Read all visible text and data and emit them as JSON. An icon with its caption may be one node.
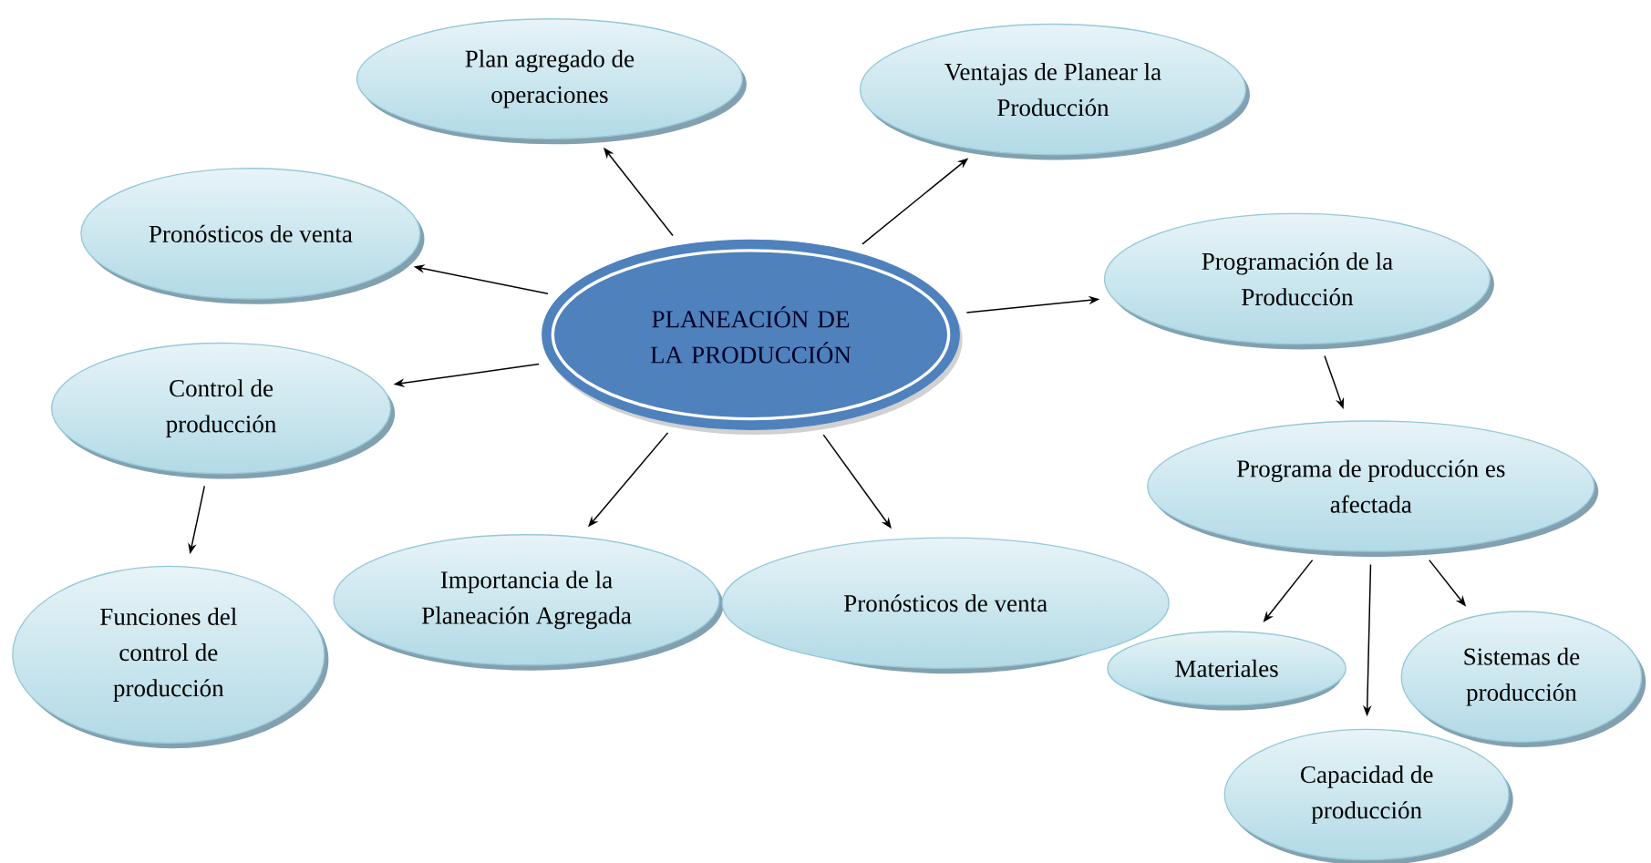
{
  "diagram": {
    "nodes": [
      {
        "text": [
          "PLANEACIÓN DE LA PRODUCCIÓN"
        ]
      },
      {
        "text": [
          "Plan agregado de operaciones"
        ]
      },
      {
        "text": [
          "Ventajas de Planear la Producción"
        ]
      },
      {
        "text": [
          "Pronósticos de venta"
        ]
      },
      {
        "text": [
          "Programación de la Producción"
        ]
      },
      {
        "text": [
          "Control de producción"
        ]
      },
      {
        "text": [
          "Programa de producción es afectada"
        ]
      },
      {
        "text": [
          "Funciones del control de producción"
        ]
      },
      {
        "text": [
          "Importancia de la Planeación Agregada"
        ]
      },
      {
        "text": [
          "Pronósticos de venta"
        ]
      },
      {
        "text": [
          "Materiales"
        ]
      },
      {
        "text": [
          "Sistemas de producción"
        ]
      },
      {
        "text": [
          "Capacidad de producción"
        ]
      }
    ],
    "edges": [
      {
        "from": 0,
        "to": 1,
        "arrow": "to"
      },
      {
        "from": 0,
        "to": 2,
        "arrow": "to"
      },
      {
        "from": 0,
        "to": 3,
        "arrow": "to"
      },
      {
        "from": 0,
        "to": 4,
        "arrow": "to"
      },
      {
        "from": 0,
        "to": 5,
        "arrow": "to"
      },
      {
        "from": 0,
        "to": 8,
        "arrow": "to"
      },
      {
        "from": 0,
        "to": 9,
        "arrow": "to"
      },
      {
        "from": 5,
        "to": 7,
        "arrow": "to"
      },
      {
        "from": 4,
        "to": 6,
        "arrow": "to"
      },
      {
        "from": 6,
        "to": 10,
        "arrow": "to"
      },
      {
        "from": 6,
        "to": 12,
        "arrow": "to"
      },
      {
        "from": 6,
        "to": 11,
        "arrow": "to"
      }
    ]
  }
}
